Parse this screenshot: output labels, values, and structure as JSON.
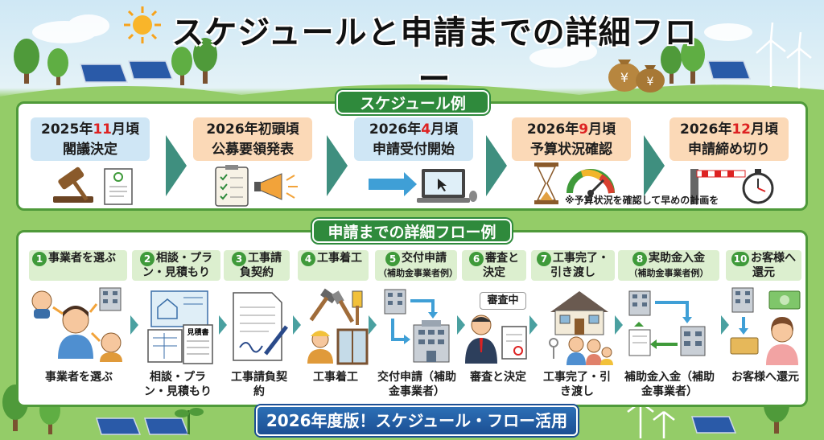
{
  "title": "スケジュールと申請までの詳細フロー",
  "schedule": {
    "heading": "スケジュール例",
    "items": [
      {
        "year": "2025年",
        "month": "11",
        "suffix": "月頃",
        "event": "閣議決定",
        "color": "blue"
      },
      {
        "year": "2026年初頭頃",
        "month": "",
        "suffix": "",
        "event": "公募要領発表",
        "color": "orange"
      },
      {
        "year": "2026年",
        "month": "4",
        "suffix": "月頃",
        "event": "申請受付開始",
        "color": "blue"
      },
      {
        "year": "2026年",
        "month": "9",
        "suffix": "月頃",
        "event": "予算状況確認",
        "color": "orange"
      },
      {
        "year": "2026年",
        "month": "12",
        "suffix": "月頃",
        "event": "申請締め切り",
        "color": "orange"
      }
    ],
    "note": "※予算状況を確認して早めの計画を"
  },
  "flow": {
    "heading": "申請までの詳細フロー例",
    "steps": [
      {
        "num": "1",
        "label": "事業者を選ぶ",
        "sub": "",
        "caption": "事業者を選ぶ"
      },
      {
        "num": "2",
        "label": "相談・プラン・見積もり",
        "sub": "",
        "caption": "相談・プラン・見積もり"
      },
      {
        "num": "3",
        "label": "工事請負契約",
        "sub": "",
        "caption": "工事請負契約"
      },
      {
        "num": "4",
        "label": "工事着工",
        "sub": "",
        "caption": "工事着工"
      },
      {
        "num": "5",
        "label": "交付申請",
        "sub": "（補助金事業者例）",
        "caption": "交付申請（補助金事業者）"
      },
      {
        "num": "6",
        "label": "審査と決定",
        "sub": "",
        "caption": "審査と決定"
      },
      {
        "num": "7",
        "label": "工事完了・引き渡し",
        "sub": "",
        "caption": "工事完了・引き渡し"
      },
      {
        "num": "8",
        "label": "実助金入金",
        "sub": "（補助金事業者例）",
        "caption": "補助金入金（補助金事業者）"
      },
      {
        "num": "10",
        "label": "お客様へ還元",
        "sub": "",
        "caption": "お客様へ還元"
      }
    ],
    "review_badge": "審査中",
    "contract_doc_label": "見積書"
  },
  "banner": "2026年度版！スケジュール・フロー活用",
  "colors": {
    "green": "#2f8a3c",
    "blue_box": "#cfe6f5",
    "orange_box": "#fbd9b7",
    "accent_red": "#d22222",
    "banner": "#1c4f93"
  }
}
